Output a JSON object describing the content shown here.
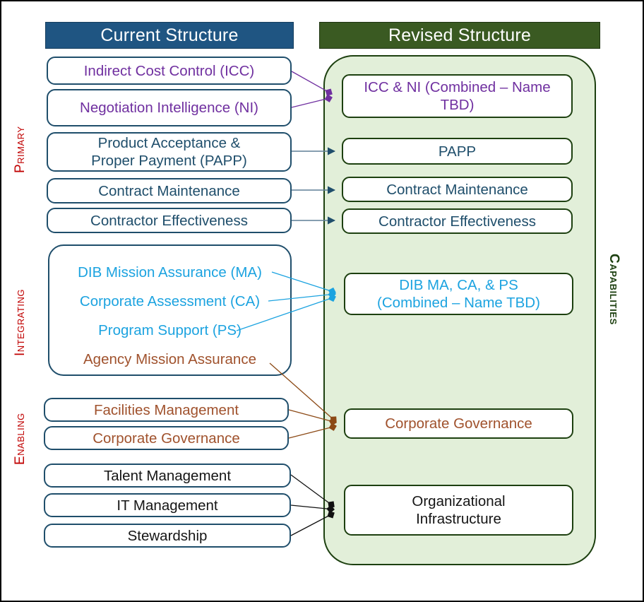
{
  "headers": {
    "current": "Current Structure",
    "revised": "Revised Structure"
  },
  "side_labels": {
    "primary": "Primary",
    "integrating": "Integrating",
    "enabling": "Enabling",
    "capabilities": "Capabilities"
  },
  "colors": {
    "header_current_bg": "#1F5582",
    "header_revised_bg": "#3A5A22",
    "container_bg": "#E2EFD9",
    "container_border": "#1D4010",
    "box_left_border": "#1F4E6B",
    "purple": "#7030A0",
    "navy": "#1F4E6B",
    "cyan": "#1CA3E0",
    "brown": "#A0522D",
    "black": "#151515",
    "side_label_red": "#C00000"
  },
  "current_structure": {
    "primary": [
      {
        "label": "Indirect Cost Control (ICC)",
        "color": "purple"
      },
      {
        "label": "Negotiation Intelligence (NI)",
        "color": "purple"
      },
      {
        "label": "Product Acceptance &\nProper Payment (PAPP)",
        "line1": "Product Acceptance &",
        "line2": "Proper Payment (PAPP)",
        "color": "navy"
      },
      {
        "label": "Contract Maintenance",
        "color": "navy"
      },
      {
        "label": "Contractor Effectiveness",
        "color": "navy"
      }
    ],
    "integrating": [
      {
        "label": "DIB Mission Assurance (MA)",
        "color": "cyan"
      },
      {
        "label": "Corporate Assessment (CA)",
        "color": "cyan"
      },
      {
        "label": "Program Support (PS)",
        "color": "cyan"
      },
      {
        "label": "Agency Mission Assurance",
        "color": "brown"
      }
    ],
    "enabling": [
      {
        "label": "Facilities Management",
        "color": "brown"
      },
      {
        "label": "Corporate Governance",
        "color": "brown"
      },
      {
        "label": "Talent Management",
        "color": "black"
      },
      {
        "label": "IT Management",
        "color": "black"
      },
      {
        "label": "Stewardship",
        "color": "black"
      }
    ]
  },
  "revised_structure": {
    "items": [
      {
        "line1": "ICC & NI (Combined – Name",
        "line2": "TBD)",
        "color": "purple"
      },
      {
        "line1": "PAPP",
        "line2": "",
        "color": "navy"
      },
      {
        "line1": "Contract Maintenance",
        "line2": "",
        "color": "navy"
      },
      {
        "line1": "Contractor Effectiveness",
        "line2": "",
        "color": "navy"
      },
      {
        "line1": "DIB MA, CA, & PS",
        "line2": "(Combined – Name TBD)",
        "color": "cyan"
      },
      {
        "line1": "Corporate Governance",
        "line2": "",
        "color": "brown"
      },
      {
        "line1": "Organizational",
        "line2": "Infrastructure",
        "color": "black"
      }
    ]
  }
}
